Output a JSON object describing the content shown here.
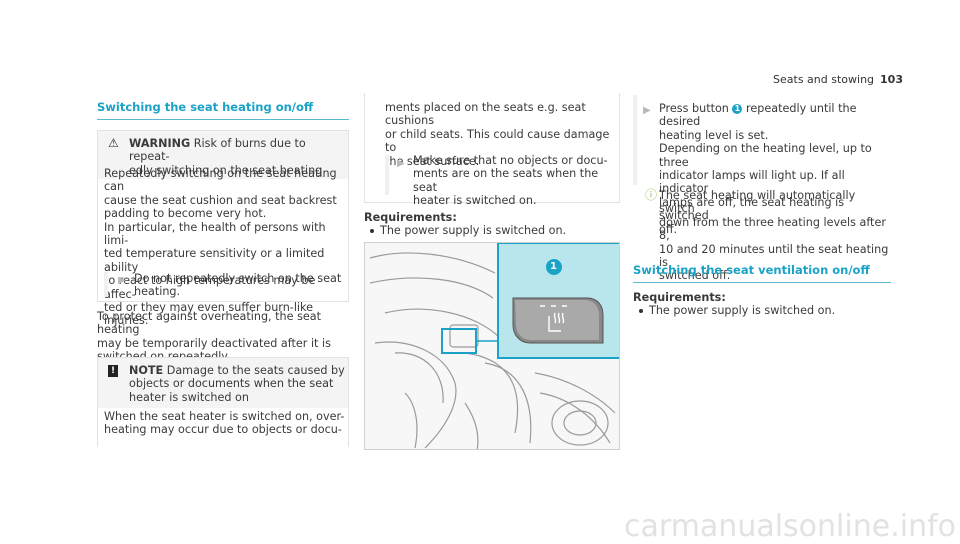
{
  "header": {
    "section": "Seats and stowing",
    "page": "103"
  },
  "col1": {
    "title": "Switching the seat heating on/off",
    "warning": {
      "label": "WARNING",
      "head_text": " Risk of burns due to repeat-\nedly switching on the seat heating",
      "body": "Repeatedly switching on the seat heating can\ncause the seat cushion and seat backrest\npadding to become very hot.\nIn particular, the health of persons with limi-\nted temperature sensitivity or a limited ability\nto react to high temperatures may be affec-\nted or they may even suffer burn-like injuries.",
      "action": "Do not repeatedly switch on the seat\nheating."
    },
    "para": "To protect against overheating, the seat heating\nmay be temporarily deactivated after it is\nswitched on repeatedly.",
    "note": {
      "label": "NOTE",
      "head_text": " Damage to the seats caused by\nobjects or documents when the seat\nheater is switched on",
      "body": "When the seat heater is switched on, over-\nheating may occur due to objects or docu-"
    }
  },
  "col2": {
    "note_cont": "ments placed on the seats e.g. seat cushions\nor child seats. This could cause damage to\nthe seat surface.",
    "action": "Make sure that no objects or docu-\nments are on the seats when the seat\nheater is switched on.",
    "req_label": "Requirements:",
    "req_item": "The power supply is switched on.",
    "callout": "1"
  },
  "col3": {
    "step_prefix": "Press button ",
    "step_num": "1",
    "step_text_1": " repeatedly until the desired",
    "step_rest": "heating level is set.\nDepending on the heating level, up to three\nindicator lamps will light up. If all indicator\nlamps are off, the seat heating is switched\noff.",
    "info": "The seat heating will automatically switch\ndown from the three heating levels after 8,\n10 and 20 minutes until the seat heating is\nswitched off.",
    "title2": "Switching the seat ventilation on/off",
    "req_label": "Requirements:",
    "req_item": "The power supply is switched on."
  },
  "watermark": "carmanualsonline.info",
  "colors": {
    "accent": "#1aa3c7",
    "highlight": "#b8e6ec"
  }
}
